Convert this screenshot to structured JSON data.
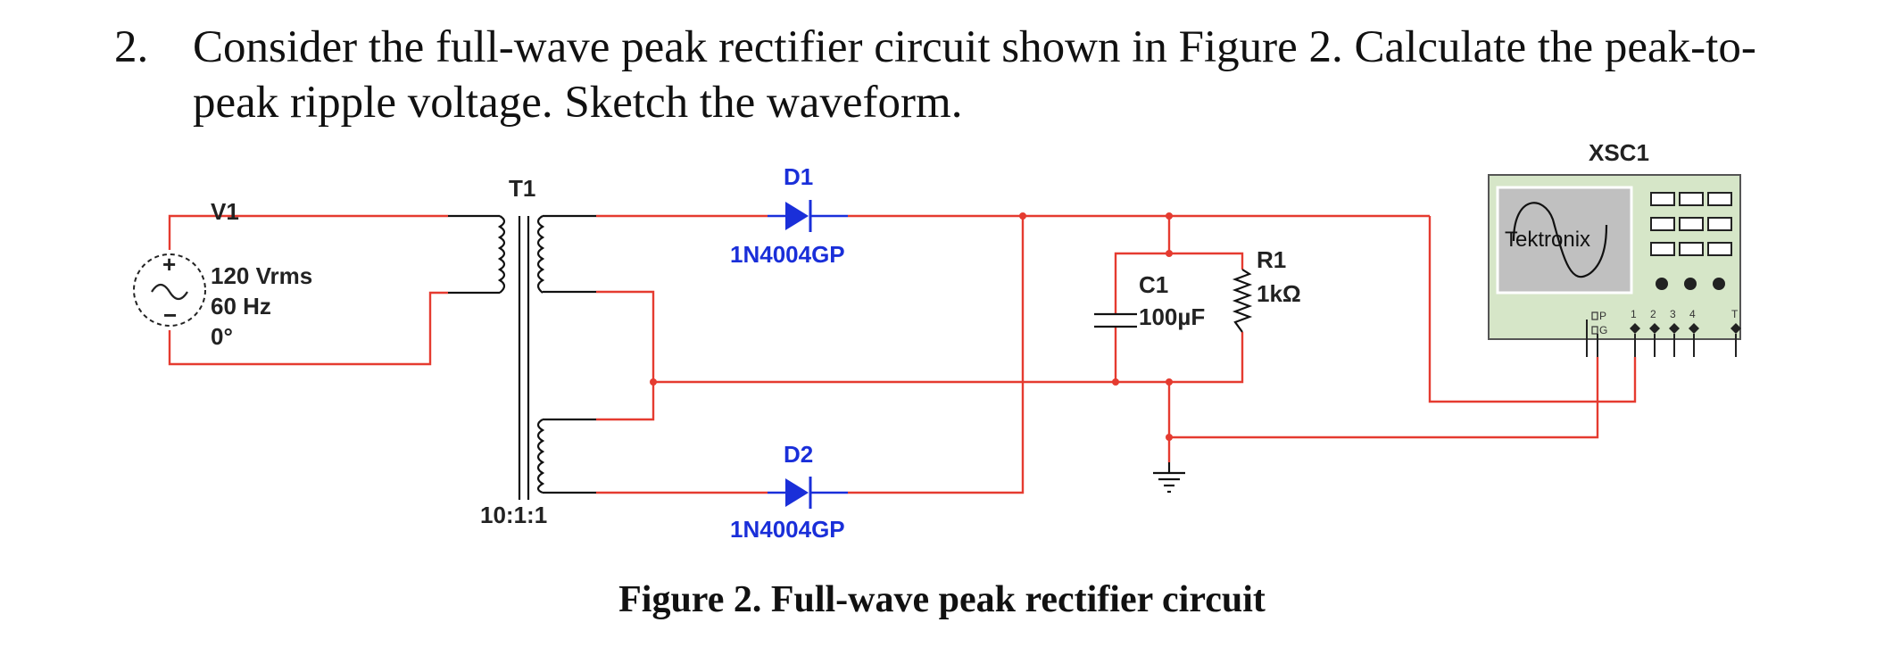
{
  "question": {
    "number": "2.",
    "text": "Consider the full-wave peak rectifier circuit shown in Figure 2. Calculate the peak-to-peak ripple voltage. Sketch the waveform."
  },
  "caption": "Figure 2. Full-wave peak rectifier circuit",
  "components": {
    "source": {
      "ref": "V1",
      "value1": "120 Vrms",
      "value2": "60 Hz",
      "value3": "0°",
      "plus": "+",
      "minus": "−"
    },
    "transformer": {
      "ref": "T1",
      "ratio": "10:1:1"
    },
    "d1": {
      "ref": "D1",
      "part": "1N4004GP"
    },
    "d2": {
      "ref": "D2",
      "part": "1N4004GP"
    },
    "capacitor": {
      "ref": "C1",
      "value": "100µF"
    },
    "resistor": {
      "ref": "R1",
      "value": "1kΩ"
    },
    "scope": {
      "ref": "XSC1",
      "brand": "Tektronix",
      "probe_p": "P",
      "probe_g": "G",
      "channels": [
        "1",
        "2",
        "3",
        "4"
      ],
      "trigger": "T"
    }
  },
  "colors": {
    "wire": "#e53b30",
    "label_blue": "#1a2fd9",
    "diode": "#1a2fd9",
    "scope_body": "#d6e6c8"
  }
}
